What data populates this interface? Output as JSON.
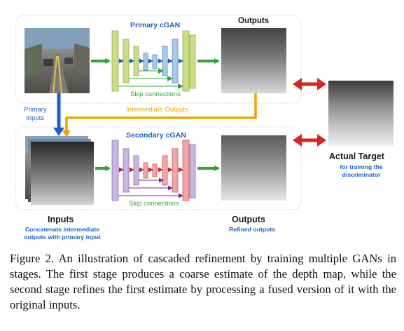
{
  "primary": {
    "title": "Primary cGAN",
    "skip_label": "Skip connections",
    "outputs_label": "Outputs"
  },
  "primary_inputs_label": [
    "Primary",
    "inputs"
  ],
  "intermediate_label": "Intermediate Outputs",
  "secondary": {
    "title": "Secondary cGAN",
    "skip_label": "Skip connections"
  },
  "inputs": {
    "title": "Inputs",
    "subtitle_lines": [
      "Concatenate intermediate",
      "outputs with primary input"
    ]
  },
  "outputs": {
    "title": "Outputs",
    "subtitle": "Refined outputs"
  },
  "target": {
    "title": "Actual Target",
    "subtitle_lines": [
      "for training the",
      "discriminator"
    ]
  },
  "caption": "Figure 2. An illustration of cascaded refinement by training multiple GANs in stages. The first stage produces a coarse estimate of the depth map, while the second stage refines the first estimate by processing a fused version of it with the original inputs.",
  "colors": {
    "label_blue": "#1f5fc4",
    "primary_layers": "#c9dc86",
    "primary_layers_blue": "#a9c9ea",
    "secondary_layers": "#c8b6e2",
    "secondary_layers_red": "#f4a6a6",
    "green_arrow": "#2ea636",
    "red_arrow": "#e02020",
    "orange_arrow": "#f0a400",
    "blue_arrow": "#1f5fc4"
  }
}
